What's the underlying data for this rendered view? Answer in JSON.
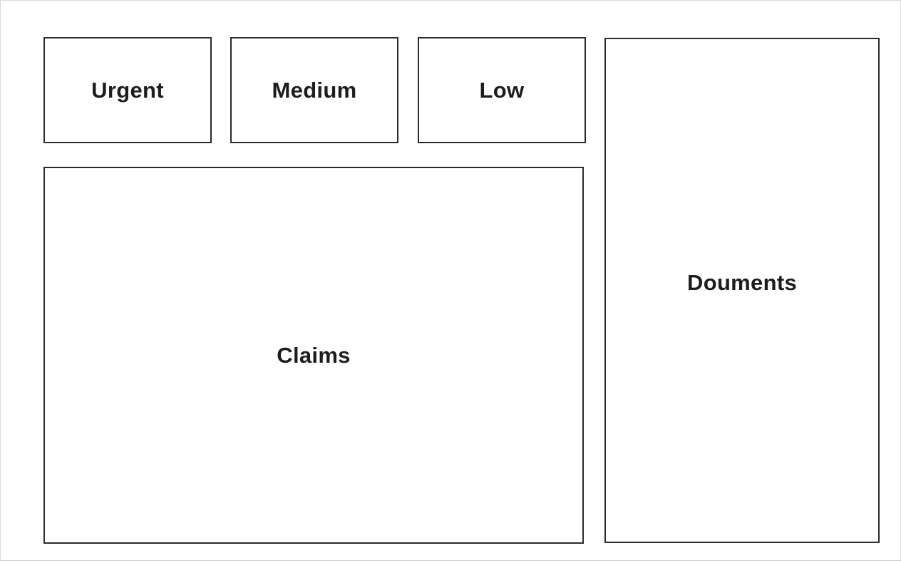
{
  "page": {
    "background_color": "#ffffff",
    "frame_border_color": "#d9d9d9"
  },
  "style": {
    "box_border_color": "#2b2b2b",
    "label_color": "#1d1d1d"
  },
  "boxes": {
    "urgent": {
      "label": "Urgent"
    },
    "medium": {
      "label": "Medium"
    },
    "low": {
      "label": "Low"
    },
    "claims": {
      "label": "Claims"
    },
    "documents": {
      "label": "Douments"
    }
  }
}
